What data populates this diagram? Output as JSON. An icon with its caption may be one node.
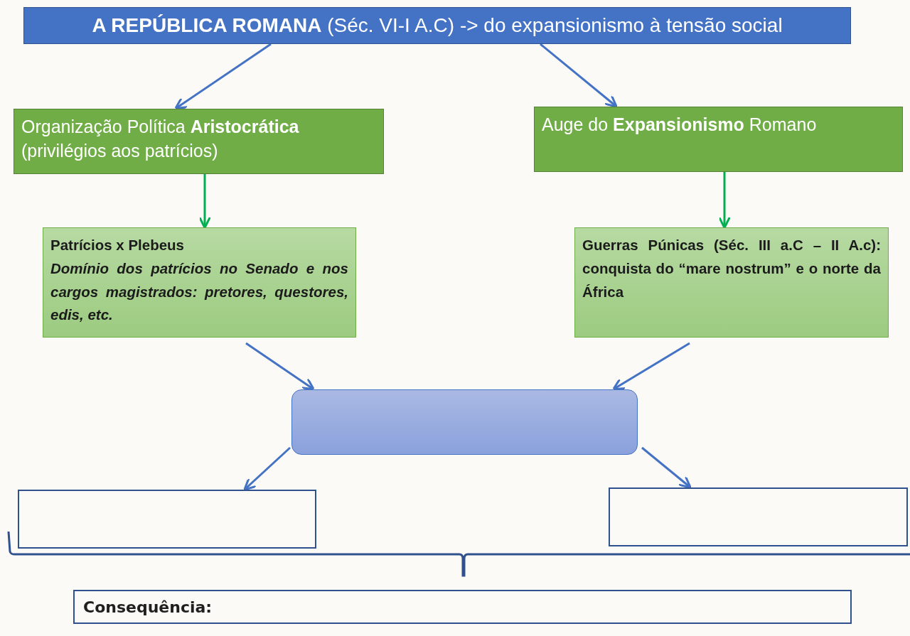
{
  "diagram": {
    "nodes": [
      {
        "text": [
          "**A REPÚBLICA ROMANA** (Séc. VI-I A.C)  -> do expansionismo à tensão social"
        ]
      },
      {
        "text": [
          "Organização Política **Aristocrática** (privilégios aos patrícios)"
        ]
      },
      {
        "text": [
          "Auge do **Expansionismo** Romano"
        ]
      },
      {
        "text": [
          "Patrícios x Plebeus",
          "Domínio dos patrícios no Senado e nos cargos magistrados: pretores, questores, edis, etc."
        ]
      },
      {
        "text": [
          "Guerras Púnicas (Séc. III a.C – II A.c): conquista do “mare nostrum” e o norte da África"
        ]
      },
      {
        "text": [],
        "shape": "box"
      },
      {
        "text": [],
        "shape": "box"
      },
      {
        "text": [],
        "shape": "box"
      },
      {
        "text": [
          "Consequência:"
        ]
      }
    ],
    "edges": [
      {
        "from": 0,
        "to": 1,
        "arrow": "to"
      },
      {
        "from": 0,
        "to": 2,
        "arrow": "to"
      },
      {
        "from": 1,
        "to": 3,
        "arrow": "to",
        "color": "#00b050"
      },
      {
        "from": 2,
        "to": 4,
        "arrow": "to",
        "color": "#00b050"
      },
      {
        "from": 3,
        "to": 5,
        "arrow": "to"
      },
      {
        "from": 4,
        "to": 5,
        "arrow": "to"
      },
      {
        "from": 5,
        "to": 6,
        "arrow": "to"
      },
      {
        "from": 5,
        "to": 7,
        "arrow": "to"
      }
    ]
  }
}
